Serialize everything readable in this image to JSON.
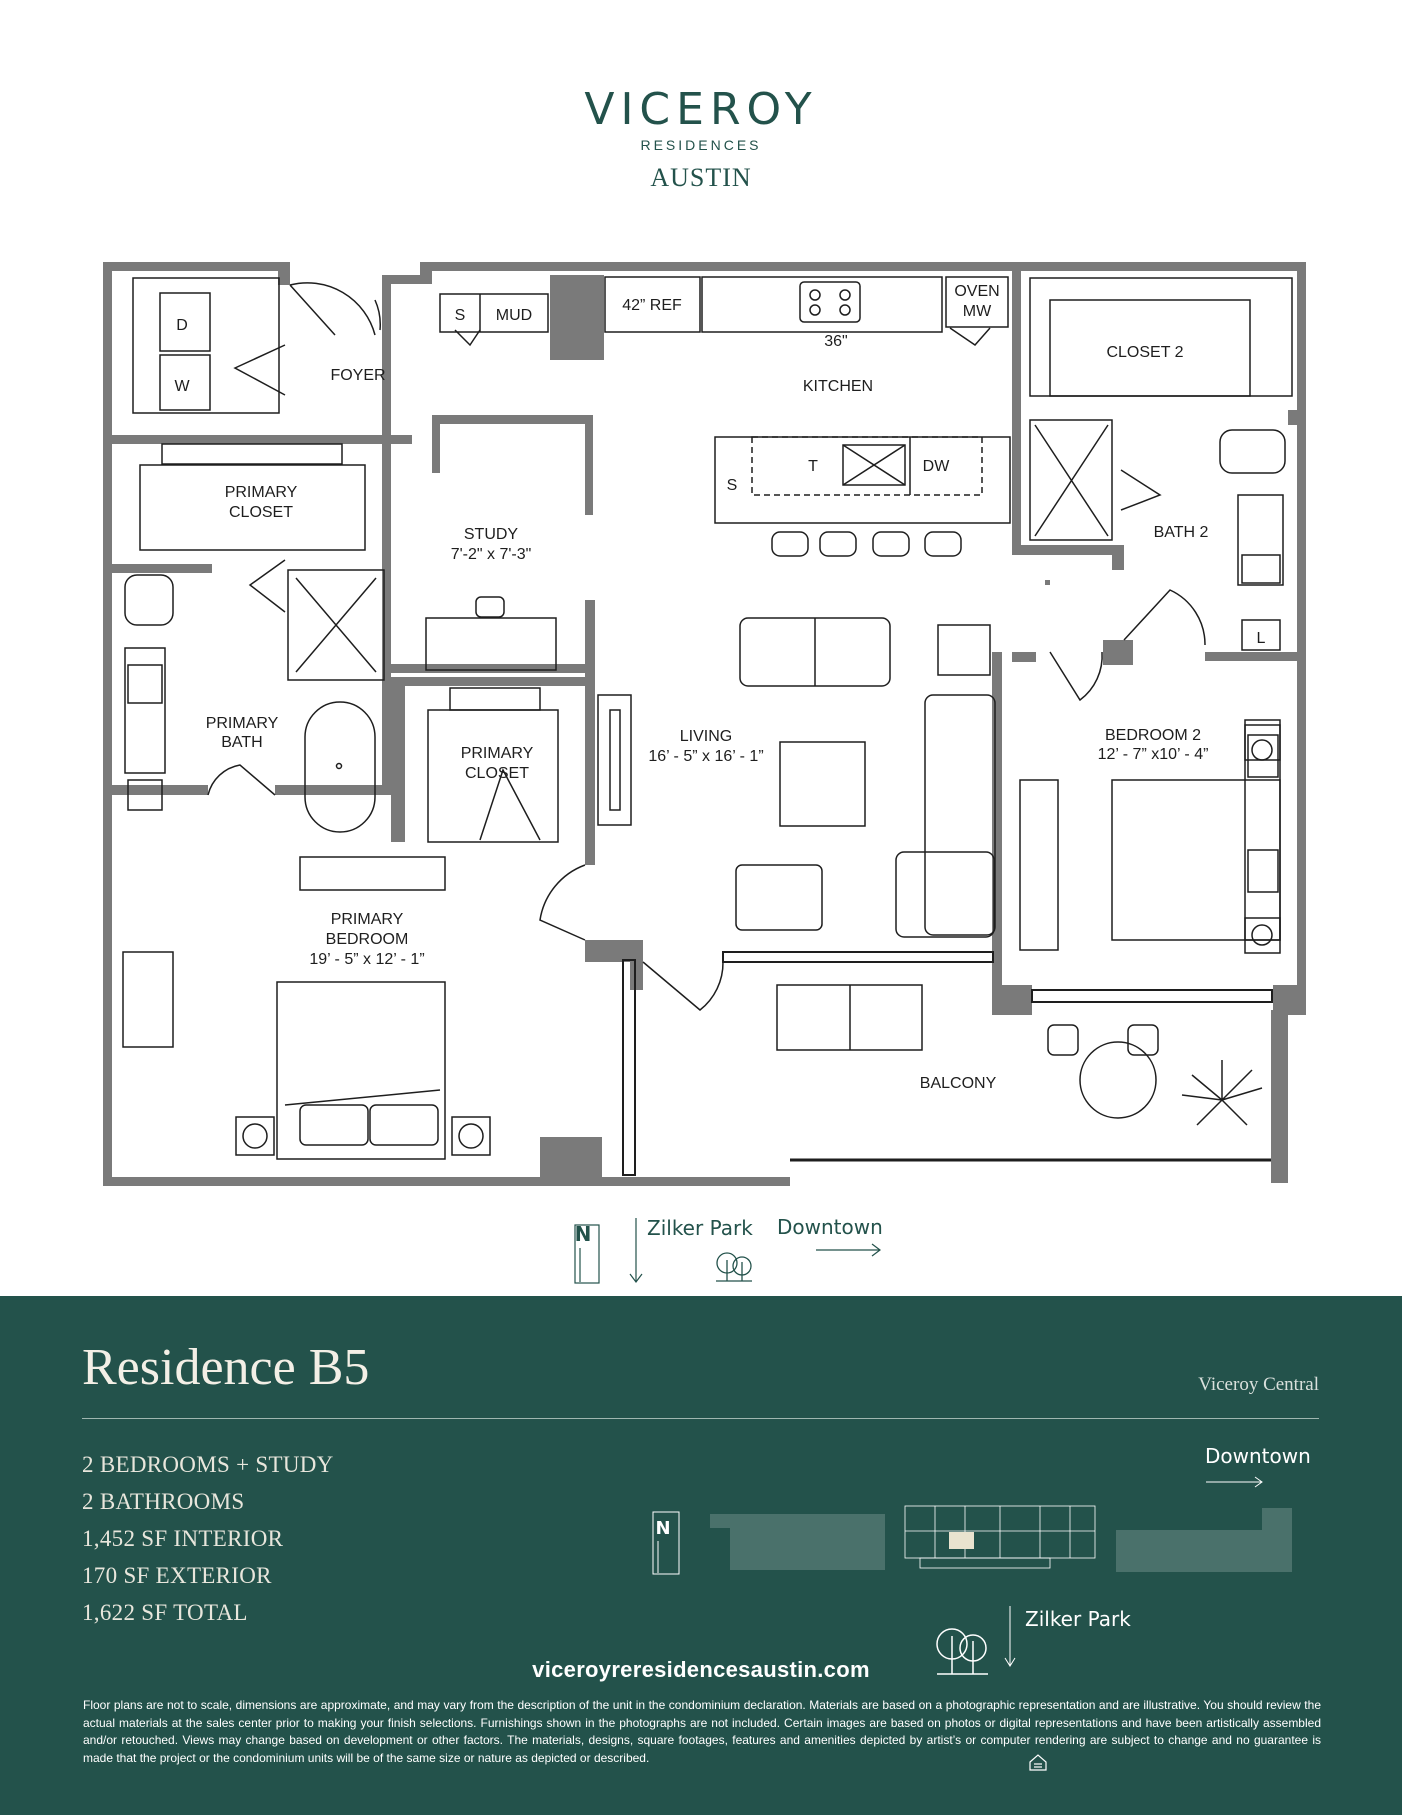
{
  "brand": {
    "name": "VICEROY",
    "subtitle": "RESIDENCES",
    "city": "AUSTIN"
  },
  "rooms": {
    "dryer": "D",
    "washer": "W",
    "foyer": "FOYER",
    "sink_small": "S",
    "mud": "MUD",
    "ref": "42” REF",
    "cooktop": "36\"",
    "oven_line1": "OVEN",
    "oven_line2": "MW",
    "kitchen": "KITCHEN",
    "closet2": "CLOSET 2",
    "primary_closet_top_line1": "PRIMARY",
    "primary_closet_top_line2": "CLOSET",
    "island_sink": "S",
    "island_trash": "T",
    "island_dw": "DW",
    "study": "STUDY",
    "study_dims": "7'-2\" x 7'-3\"",
    "bath2": "BATH 2",
    "laundry_l": "L",
    "primary_bath_line1": "PRIMARY",
    "primary_bath_line2": "BATH",
    "primary_closet_mid_line1": "PRIMARY",
    "primary_closet_mid_line2": "CLOSET",
    "living": "LIVING",
    "living_dims": "16’ - 5” x 16’ - 1”",
    "bedroom2": "BEDROOM 2",
    "bedroom2_dims": "12’ - 7” x10’ - 4”",
    "primary_bedroom_line1": "PRIMARY",
    "primary_bedroom_line2": "BEDROOM",
    "primary_bedroom_dims": "19’ - 5” x 12’ - 1”",
    "balcony": "BALCONY"
  },
  "orientation": {
    "north": "N",
    "park": "Zilker Park",
    "downtown": "Downtown"
  },
  "residence": {
    "title": "Residence B5",
    "building": "Viceroy Central",
    "specs": [
      "2 BEDROOMS + STUDY",
      "2 BATHROOMS",
      "1,452 SF INTERIOR",
      "170 SF EXTERIOR",
      "1,622 SF TOTAL"
    ]
  },
  "keyplan": {
    "north": "N",
    "downtown": "Downtown",
    "park": "Zilker Park"
  },
  "website": "viceroyreresidencesaustin.com",
  "disclaimer": "Floor plans are not to scale, dimensions are approximate, and may vary from the description of the unit in the condominium declaration. Materials are based on a photographic representation and are illustrative. You should review the actual materials at the sales center prior to making your finish selections. Furnishings shown in the photographs are not included. Certain images are based on photos or digital representations and have been artistically assembled and/or retouched. Views may change based on development or other factors. The materials, designs, square footages, features and amenities depicted by artist’s or computer rendering are subject to change and no guarantee is made that the project or the condominium units will be of the same size or nature as depicted or described.",
  "colors": {
    "brand_green": "#23524b",
    "wall_gray": "#7a7a7a",
    "keyplan_block": "#4a716b",
    "keyplan_highlight": "#e9e3cf"
  }
}
